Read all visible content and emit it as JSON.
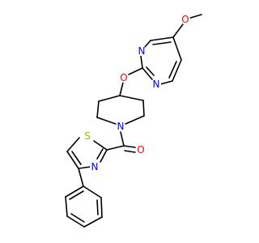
{
  "structure": {
    "atom_labels": {
      "o_methoxy": "O",
      "n_pyrimidine_a": "N",
      "n_pyrimidine_b": "N",
      "o_ether": "O",
      "n_piperidine": "N",
      "o_carbonyl": "O",
      "s_thiazole": "S",
      "n_thiazole": "N"
    }
  },
  "colors": {
    "bond": "#000000",
    "oxygen": "#ff0000",
    "nitrogen": "#0000ff",
    "sulfur": "#b2b200"
  }
}
